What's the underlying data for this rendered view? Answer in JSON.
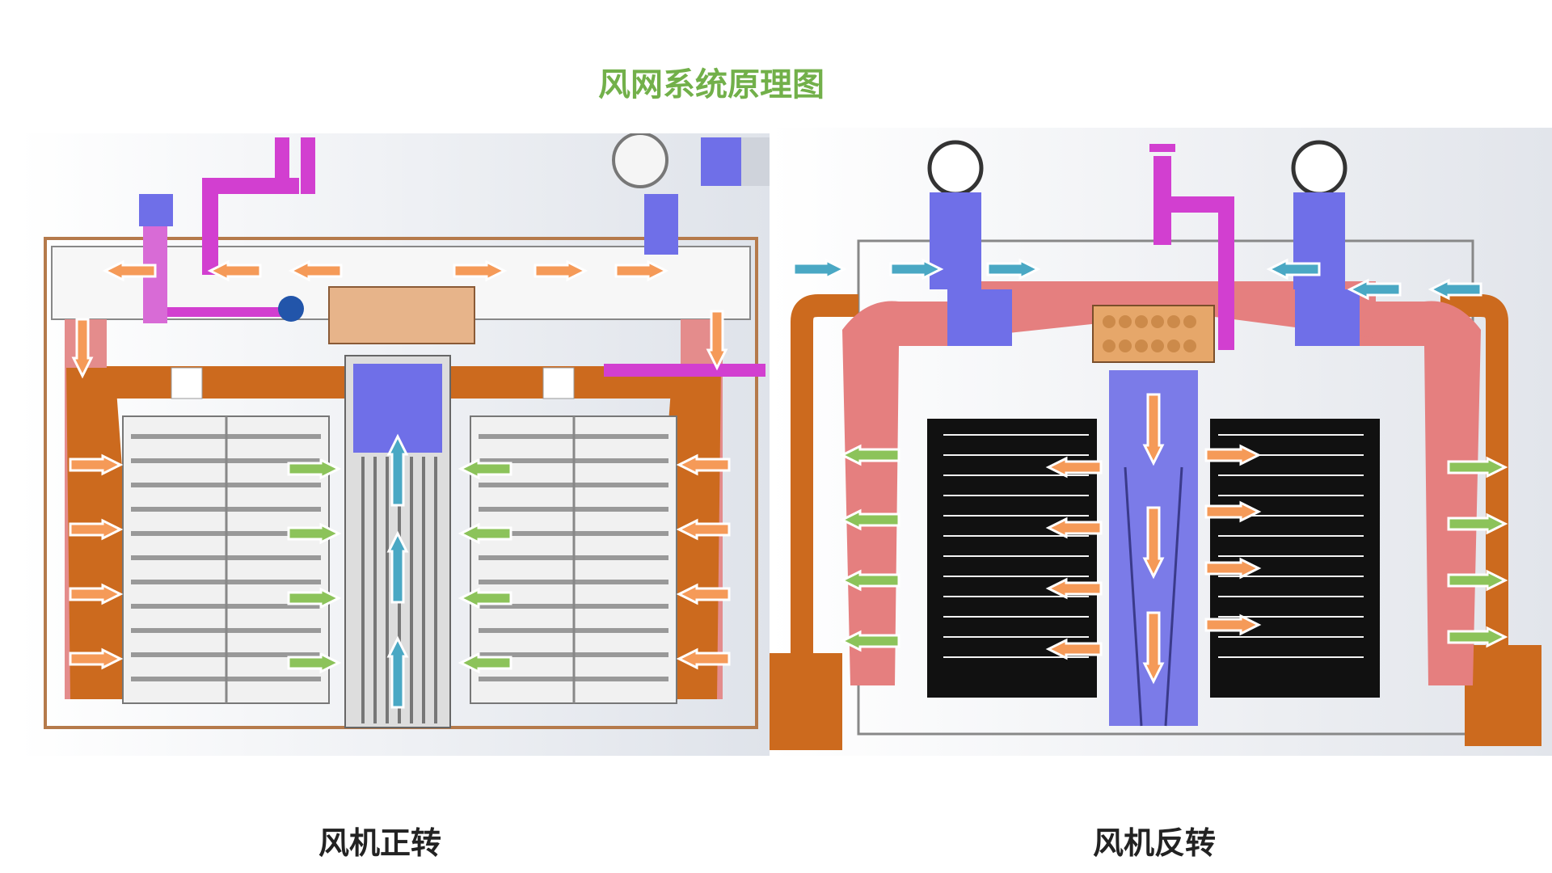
{
  "title": "风网系统原理图",
  "captions": {
    "left": "风机正转",
    "right": "风机反转"
  },
  "colors": {
    "title_green": "#72b04a",
    "duct_pink": "#e57f7f",
    "frame_orange": "#cc6a1e",
    "pipe_magenta": "#d23fd0",
    "fan_blue": "#6f6fe8",
    "arrow_orange": "#f59a58",
    "arrow_green": "#8cc35a",
    "arrow_teal": "#4aa8c4",
    "rack_black": "#111111"
  }
}
